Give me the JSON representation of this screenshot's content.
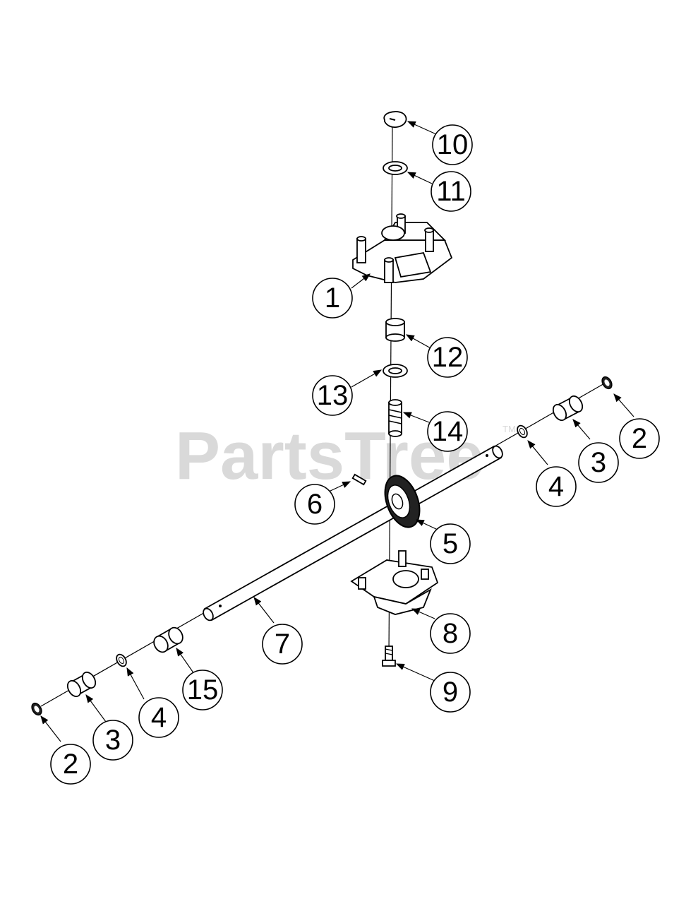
{
  "watermark": {
    "brand": "PartsTree",
    "trademark": "TM"
  },
  "callouts": [
    {
      "id": "c10",
      "label": "10"
    },
    {
      "id": "c11",
      "label": "11"
    },
    {
      "id": "c1",
      "label": "1"
    },
    {
      "id": "c12",
      "label": "12"
    },
    {
      "id": "c13",
      "label": "13"
    },
    {
      "id": "c14",
      "label": "14"
    },
    {
      "id": "c2r",
      "label": "2"
    },
    {
      "id": "c3r",
      "label": "3"
    },
    {
      "id": "c4r",
      "label": "4"
    },
    {
      "id": "c6",
      "label": "6"
    },
    {
      "id": "c5",
      "label": "5"
    },
    {
      "id": "c8",
      "label": "8"
    },
    {
      "id": "c7",
      "label": "7"
    },
    {
      "id": "c9",
      "label": "9"
    },
    {
      "id": "c15",
      "label": "15"
    },
    {
      "id": "c4l",
      "label": "4"
    },
    {
      "id": "c3l",
      "label": "3"
    },
    {
      "id": "c2l",
      "label": "2"
    }
  ]
}
